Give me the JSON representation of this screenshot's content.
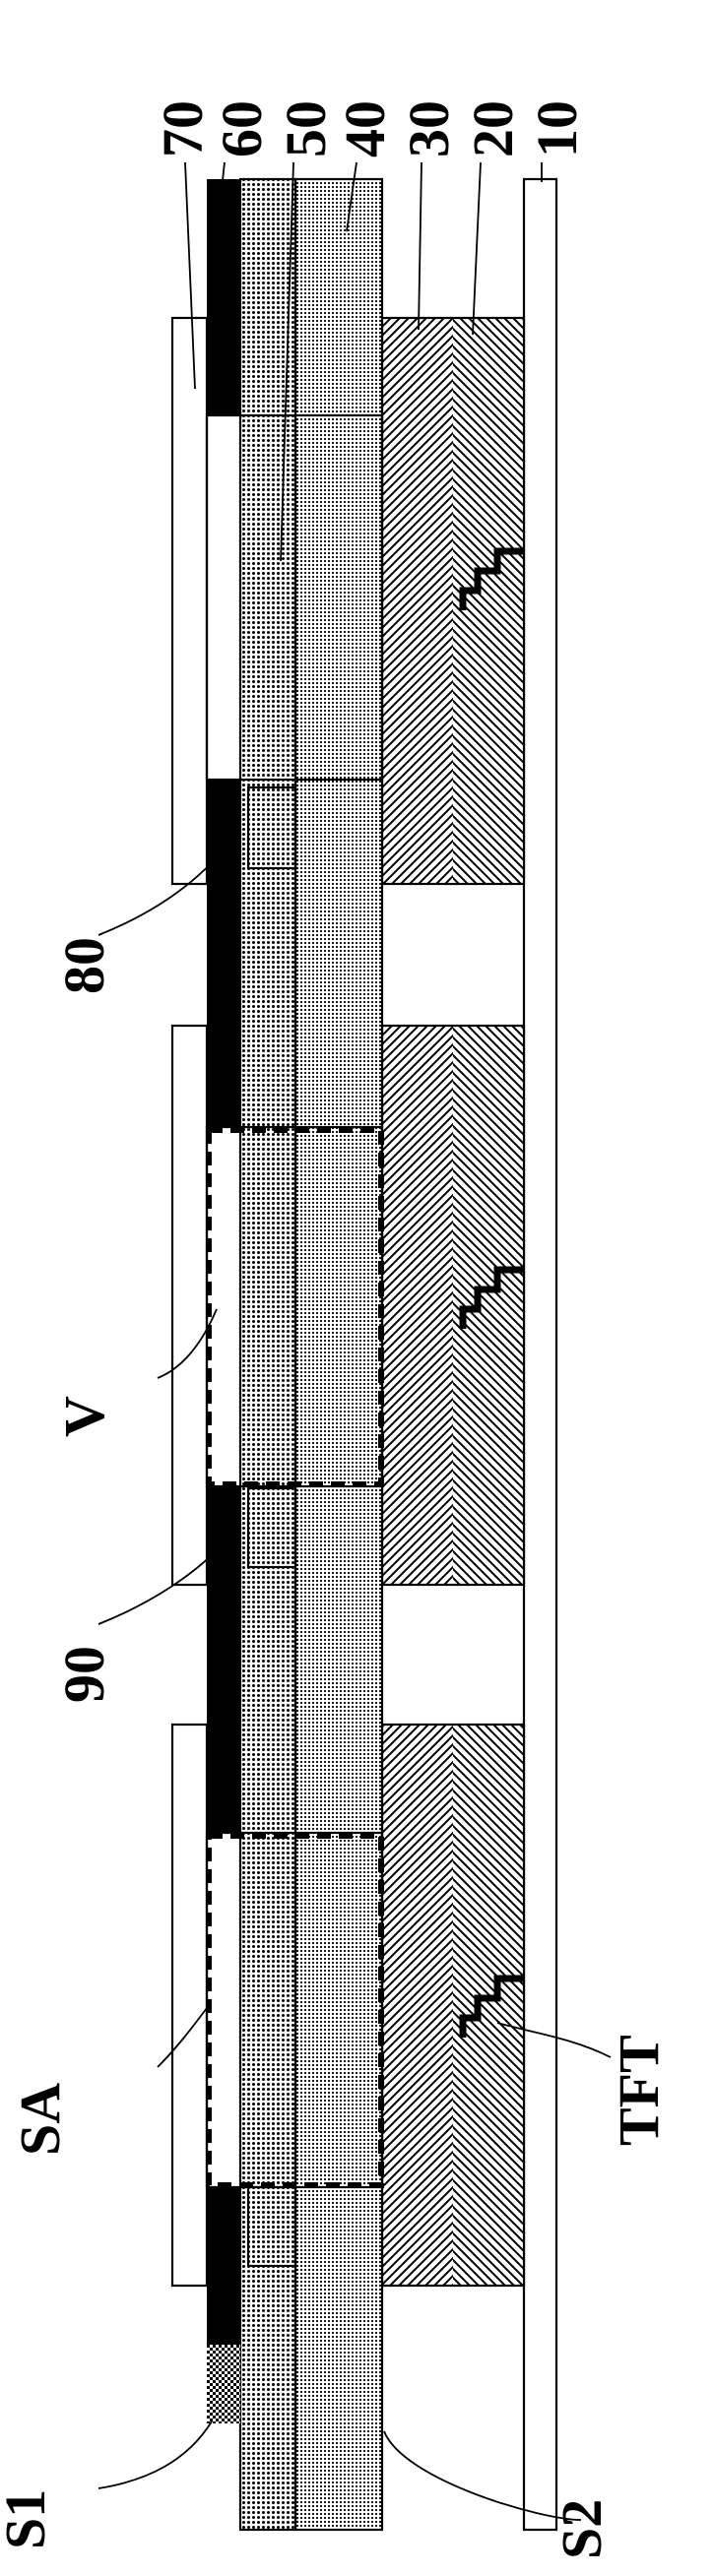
{
  "figure": {
    "layer_labels": [
      "70",
      "60",
      "50",
      "40",
      "30",
      "20",
      "10"
    ],
    "component_labels": {
      "spacer": "80",
      "via": "V",
      "plug": "90",
      "subpixel_area": "SA",
      "edge_s1": "S1",
      "edge_s2": "S2",
      "transistor": "TFT"
    },
    "colors": {
      "ink": "#000000",
      "paper": "#ffffff",
      "dot_fill": "#f4f4f4"
    }
  }
}
